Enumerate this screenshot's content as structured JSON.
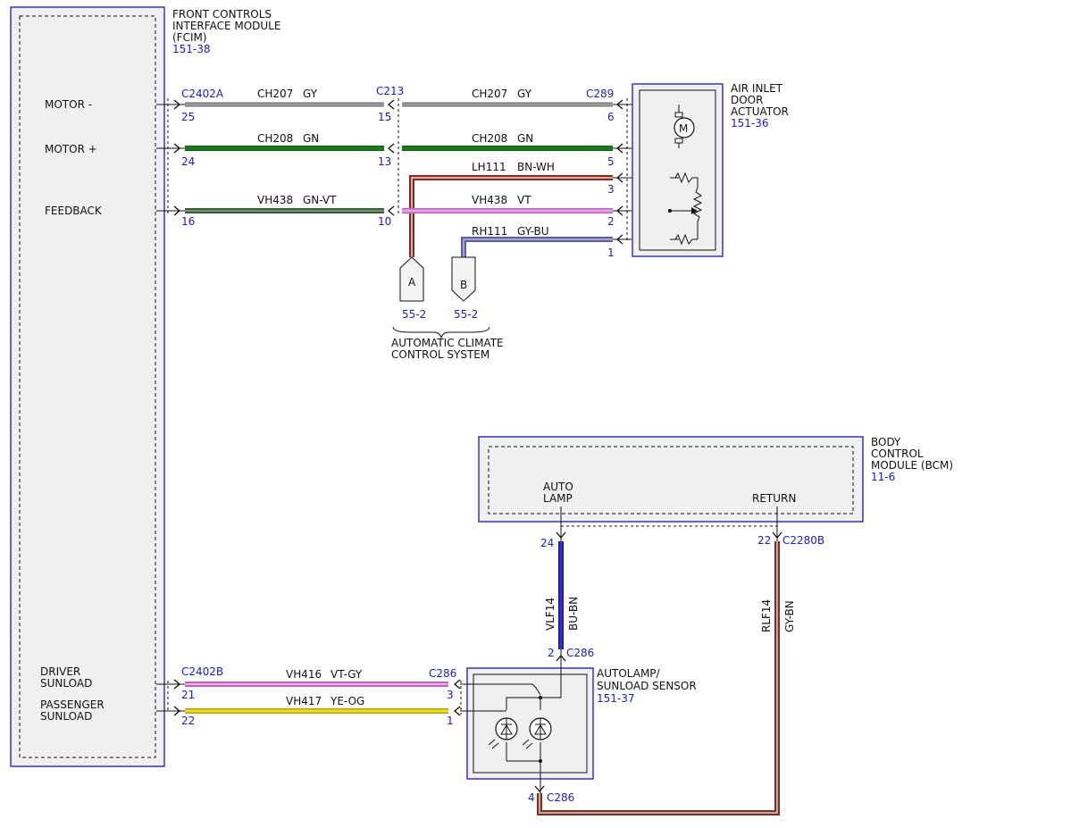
{
  "modules": {
    "fcim": {
      "name_lines": [
        "FRONT CONTROLS",
        "INTERFACE MODULE",
        "(FCIM)"
      ],
      "ref": "151-38",
      "signals": {
        "motor_minus": "MOTOR -",
        "motor_plus": "MOTOR +",
        "feedback": "FEEDBACK",
        "driver_sunload": [
          "DRIVER",
          "SUNLOAD"
        ],
        "passenger_sunload": [
          "PASSENGER",
          "SUNLOAD"
        ]
      }
    },
    "actuator": {
      "name_lines": [
        "AIR INLET",
        "DOOR",
        "ACTUATOR"
      ],
      "ref": "151-36"
    },
    "bcm": {
      "name_lines": [
        "BODY",
        "CONTROL",
        "MODULE (BCM)"
      ],
      "ref": "11-6",
      "signals": {
        "auto_lamp": [
          "AUTO",
          "LAMP"
        ],
        "return": "RETURN"
      }
    },
    "sensor": {
      "name_lines": [
        "AUTOLAMP/",
        "SUNLOAD SENSOR"
      ],
      "ref": "151-37"
    }
  },
  "connectors": {
    "c2402a": "C2402A",
    "c213": "C213",
    "c289": "C289",
    "c2402b": "C2402B",
    "c286": "C286",
    "c2280b": "C2280B"
  },
  "pins": {
    "c2402a_motor_minus": "25",
    "c2402a_motor_plus": "24",
    "c2402a_feedback": "16",
    "c213_motor_minus": "15",
    "c213_motor_plus": "13",
    "c213_feedback": "10",
    "c289_motor_minus": "6",
    "c289_motor_plus": "5",
    "c289_ref_high": "3",
    "c289_feedback": "2",
    "c289_ref_low": "1",
    "c2402b_driver": "21",
    "c2402b_passenger": "22",
    "c286_driver": "3",
    "c286_passenger": "1",
    "c286_autolamp": "2",
    "c286_return": "4",
    "bcm_autolamp": "24",
    "bcm_return": "22"
  },
  "wires": {
    "ch207_left": {
      "circuit": "CH207",
      "color": "GY"
    },
    "ch207_right": {
      "circuit": "CH207",
      "color": "GY"
    },
    "ch208_left": {
      "circuit": "CH208",
      "color": "GN"
    },
    "ch208_right": {
      "circuit": "CH208",
      "color": "GN"
    },
    "lh111": {
      "circuit": "LH111",
      "color": "BN-WH"
    },
    "vh438_left": {
      "circuit": "VH438",
      "color": "GN-VT"
    },
    "vh438_right": {
      "circuit": "VH438",
      "color": "VT"
    },
    "rh111": {
      "circuit": "RH111",
      "color": "GY-BU"
    },
    "vh416": {
      "circuit": "VH416",
      "color": "VT-GY"
    },
    "vh417": {
      "circuit": "VH417",
      "color": "YE-OG"
    },
    "vlf14": {
      "circuit": "VLF14",
      "color": "BU-BN"
    },
    "rlf14": {
      "circuit": "RLF14",
      "color": "GY-BN"
    }
  },
  "offpage": {
    "a_label": "A",
    "a_ref": "55-2",
    "b_label": "B",
    "b_ref": "55-2",
    "system_lines": [
      "AUTOMATIC CLIMATE",
      "CONTROL SYSTEM"
    ]
  },
  "colors": {
    "gray": "#8a8a8a",
    "green": "#1f7a1f",
    "brown": "#8b2a1a",
    "violet": "#e08ce0",
    "blue": "#2828c8",
    "yellow": "#e8d21c",
    "module_border": "#3333cc",
    "module_fill": "#f0f0f0"
  }
}
